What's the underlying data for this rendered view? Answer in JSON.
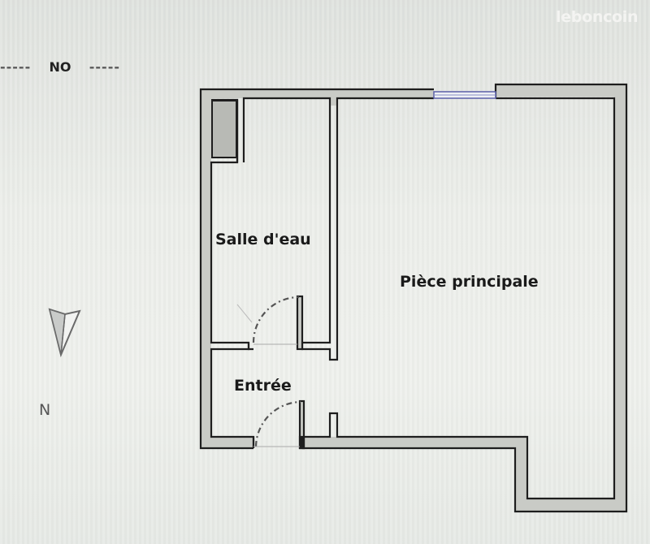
{
  "watermark": {
    "text": "leboncoin"
  },
  "orientation": {
    "dash_left": "-----",
    "label": "NO",
    "dash_right": "-----"
  },
  "compass": {
    "icon": "north-arrow-icon",
    "label": "N"
  },
  "rooms": [
    {
      "id": "salle-d-eau",
      "label": "Salle d'eau"
    },
    {
      "id": "piece-principale",
      "label": "Pièce principale"
    },
    {
      "id": "entree",
      "label": "Entrée"
    }
  ],
  "colors": {
    "wall_fill": "#c9cbc6",
    "wall_stroke": "#1e1e1e",
    "window": "#5a5fa8",
    "door_arc": "#555555",
    "fixture_fill": "#b8bab5"
  }
}
